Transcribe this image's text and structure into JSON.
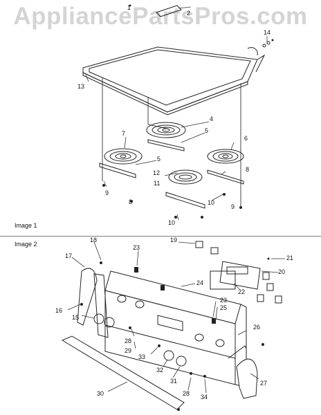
{
  "watermark": "AppliancePartsPros.com",
  "sections": [
    {
      "label": "Image 1"
    },
    {
      "label": "Image 2"
    }
  ],
  "callouts_image1": [
    "1",
    "2",
    "14",
    "13",
    "4",
    "5",
    "7",
    "5",
    "6",
    "12",
    "11",
    "8",
    "9",
    "8",
    "10",
    "9",
    "10"
  ],
  "callouts_image2": [
    "19",
    "18",
    "17",
    "23",
    "21",
    "20",
    "24",
    "22",
    "16",
    "15",
    "23",
    "25",
    "28",
    "29",
    "26",
    "33",
    "32",
    "31",
    "27",
    "30",
    "28",
    "34"
  ]
}
